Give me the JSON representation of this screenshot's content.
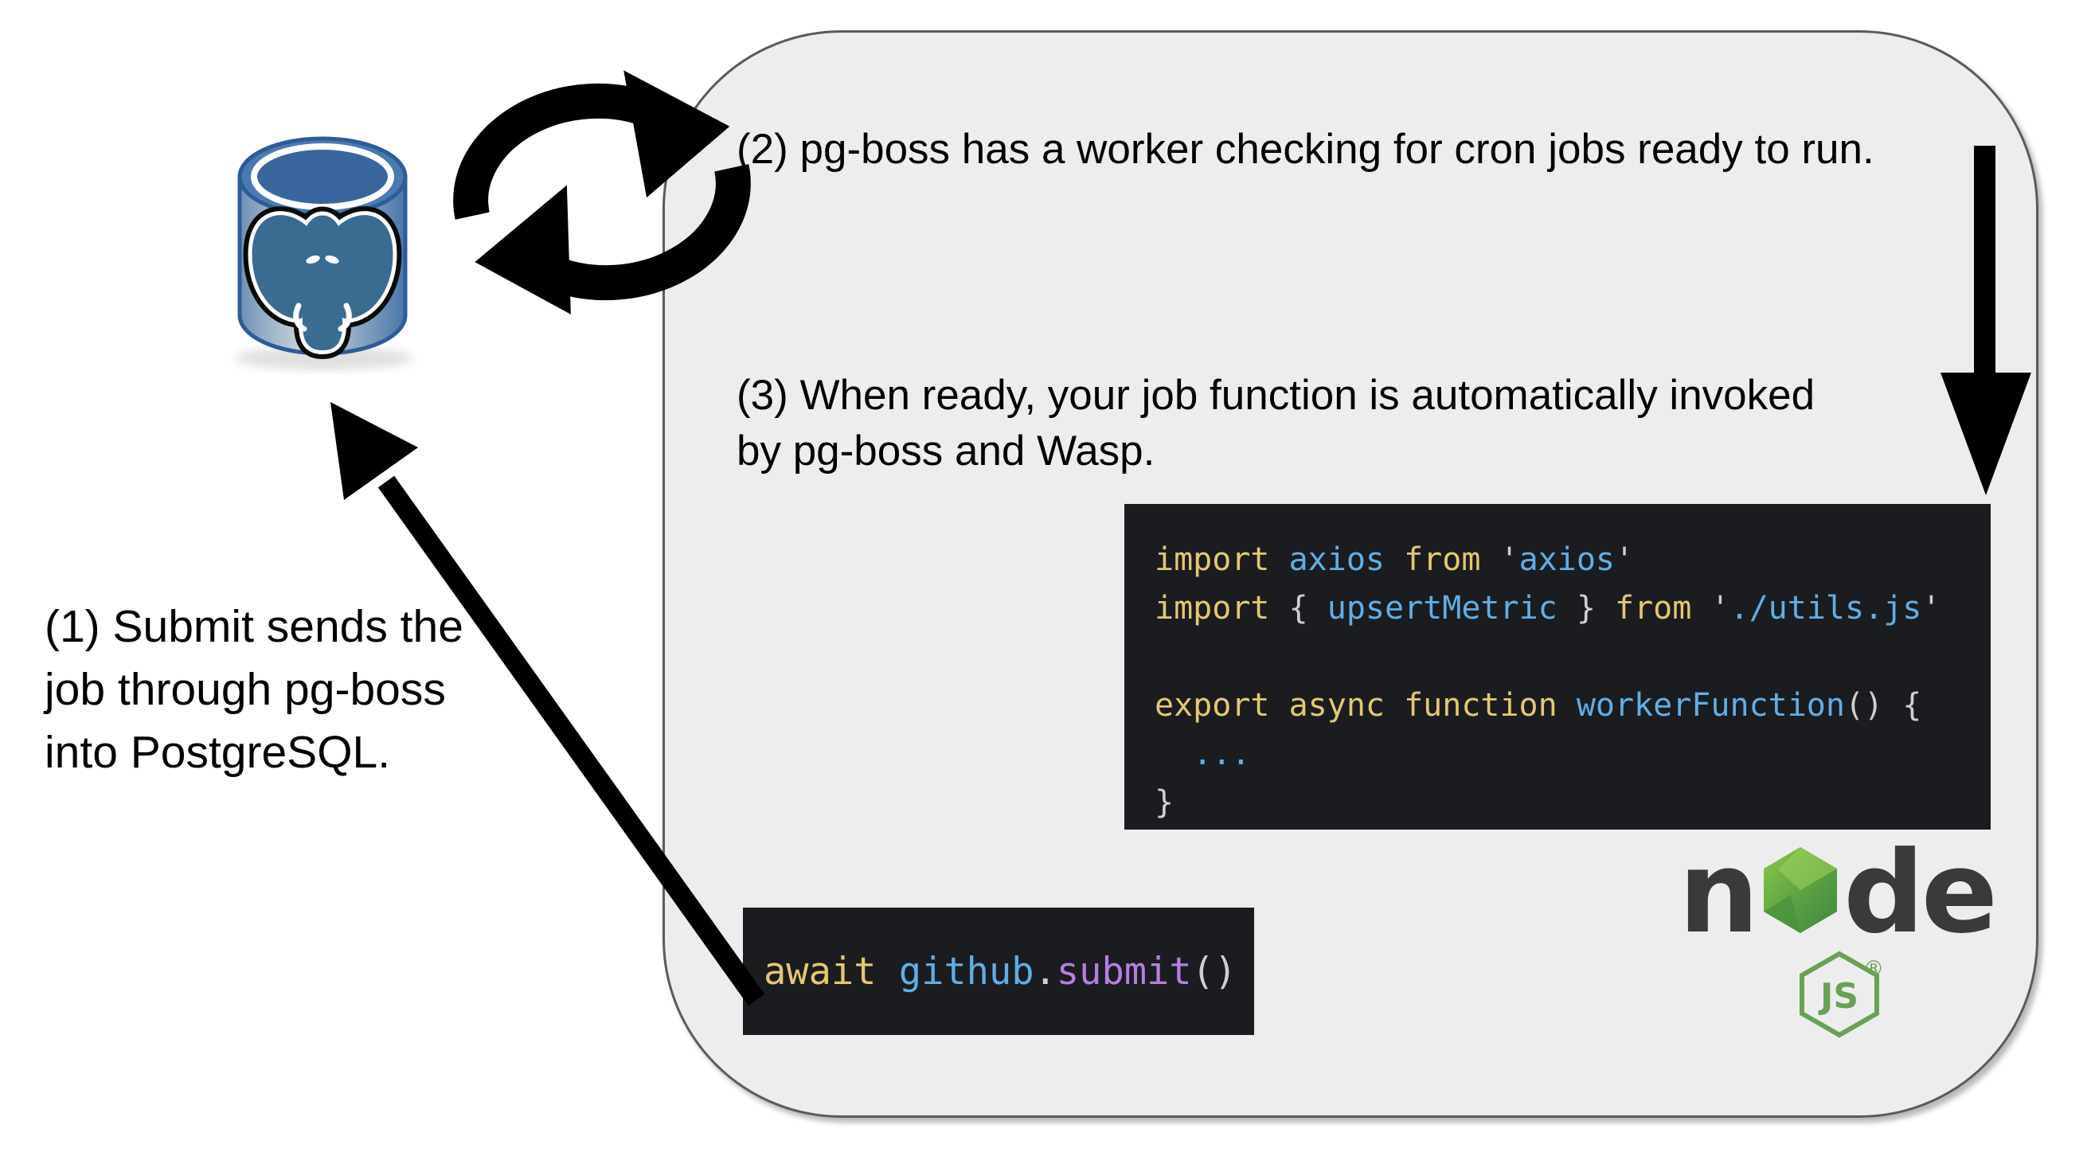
{
  "labels": {
    "step1_line1": "(1) Submit sends the",
    "step1_line2": "job through pg-boss",
    "step1_line3": "into PostgreSQL.",
    "step2": "(2) pg-boss has a worker checking for cron jobs ready to run.",
    "step3_line1": "(3) When ready, your job function is automatically invoked",
    "step3_line2": "by pg-boss and Wasp."
  },
  "code_snippets": {
    "worker_file": {
      "lines": [
        {
          "tokens": [
            {
              "text": "import ",
              "color": "yellow"
            },
            {
              "text": "axios ",
              "color": "blue"
            },
            {
              "text": "from ",
              "color": "yellow"
            },
            {
              "text": "'",
              "color": "gray"
            },
            {
              "text": "axios",
              "color": "blue"
            },
            {
              "text": "'",
              "color": "gray"
            }
          ]
        },
        {
          "tokens": [
            {
              "text": "import ",
              "color": "yellow"
            },
            {
              "text": "{ ",
              "color": "gray"
            },
            {
              "text": "upsertMetric ",
              "color": "blue"
            },
            {
              "text": "} ",
              "color": "gray"
            },
            {
              "text": "from ",
              "color": "yellow"
            },
            {
              "text": "'",
              "color": "gray"
            },
            {
              "text": "./utils.js",
              "color": "blue"
            },
            {
              "text": "'",
              "color": "gray"
            }
          ]
        },
        {
          "tokens": []
        },
        {
          "tokens": [
            {
              "text": "export async function ",
              "color": "yellow"
            },
            {
              "text": "workerFunction",
              "color": "blue"
            },
            {
              "text": "() {",
              "color": "gray"
            }
          ]
        },
        {
          "tokens": [
            {
              "text": "  ...",
              "color": "blue"
            }
          ]
        },
        {
          "tokens": [
            {
              "text": "}",
              "color": "gray"
            }
          ]
        }
      ]
    },
    "submit_call": {
      "tokens": [
        {
          "text": "await ",
          "color": "yellow"
        },
        {
          "text": "github",
          "color": "blue"
        },
        {
          "text": ".",
          "color": "gray"
        },
        {
          "text": "submit",
          "color": "purple"
        },
        {
          "text": "()",
          "color": "gray"
        }
      ]
    }
  },
  "nodejs_logo": {
    "letter_n": "n",
    "letter_d": "d",
    "letter_e": "e",
    "js_badge": "JS",
    "registered_mark": "®"
  },
  "icon_names": {
    "postgresql": "postgresql-database-icon",
    "cycle": "cron-cycle-icon",
    "down_arrow": "invoke-arrow",
    "diagonal_arrow": "submit-arrow"
  },
  "colors": {
    "container_fill": "#ededee",
    "container_border": "#5a5b5d",
    "code_background": "#1a1c20",
    "token_yellow": "#e5c771",
    "token_blue": "#61aee6",
    "token_gray": "#cfcfcf",
    "token_purple": "#b77ee0",
    "node_green": "#69a156",
    "node_dark": "#3a3a3a",
    "postgres_blue": "#39679d"
  }
}
